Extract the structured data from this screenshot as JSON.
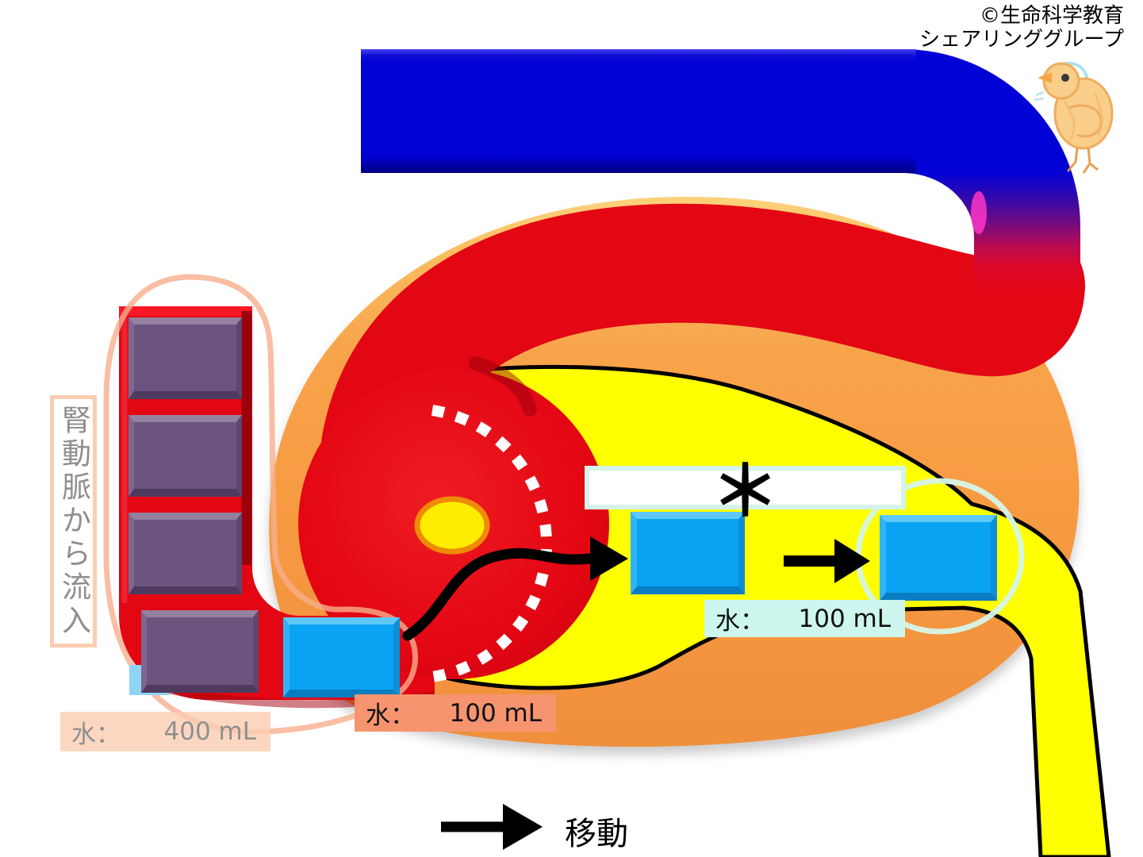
{
  "copyright": {
    "line1": "©生命科学教育",
    "line2": "シェアリンググループ"
  },
  "side_label": {
    "text": "腎動脈から流入"
  },
  "labels": {
    "water_artery": {
      "name": "水：",
      "value": "400 mL"
    },
    "water_filtrate": {
      "name": "水：",
      "value": "100 mL"
    },
    "water_tubule": {
      "name": "水：",
      "value": "100 mL"
    },
    "asterisk": "＊",
    "legend_move": "移動"
  },
  "diagram": {
    "description_units": {
      "solute_square_count": 4,
      "water_square_count": 3,
      "partial_water_square_count": 1
    },
    "icons": [
      "chick-mascot-icon",
      "filtration-wavy-arrow-icon",
      "transfer-arrow-icon",
      "legend-arrow-icon",
      "dotted-filtration-membrane"
    ],
    "colors": {
      "vein_blue": "#0201d6",
      "artery_red": "#e30613",
      "kidney_orange": "#f79b42",
      "tubule_yellow": "#ffff00",
      "water_blue": "#0aa2f2",
      "solute_purple": "#6d5480",
      "capsule_outline_peach": "#f7ae8c",
      "highlight_ring_mint": "#d6f5e9",
      "label_salmon": "#f5946f",
      "label_mint": "#cdf7ee",
      "label_peach": "#facdb4",
      "transition_magenta": "#ff35c8"
    }
  }
}
